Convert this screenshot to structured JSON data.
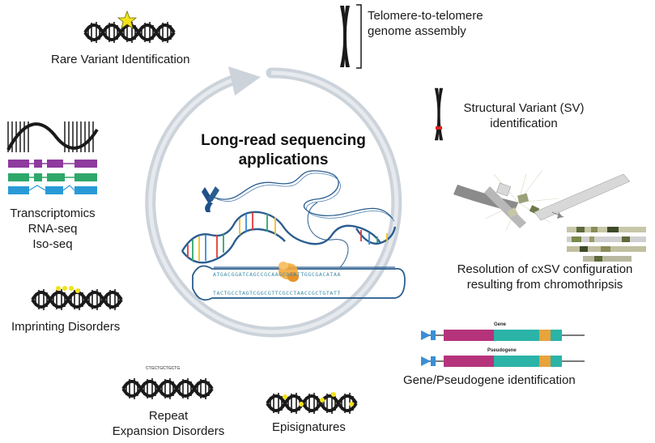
{
  "title": {
    "line1": "Long-read sequencing",
    "line2": "applications"
  },
  "labels": {
    "rare_variant": "Rare Variant Identification",
    "t2t_line1": "Telomere-to-telomere",
    "t2t_line2": "genome assembly",
    "sv_line1": "Structural Variant (SV)",
    "sv_line2": "identification",
    "transcriptomics": "Transcriptomics",
    "rnaseq": "RNA-seq",
    "isoseq": "Iso-seq",
    "cxsv_line1": "Resolution of cxSV configuration",
    "cxsv_line2": "resulting from chromothripsis",
    "imprinting": "Imprinting Disorders",
    "gene_pseudogene": "Gene/Pseudogene identification",
    "gene": "Gene",
    "pseudogene": "Pseudogene",
    "repeat_line1": "Repeat",
    "repeat_line2": "Expansion Disorders",
    "repeat_seq": "CTGCTGCTGCTG",
    "episignatures": "Episignatures"
  },
  "sequence": {
    "top": "ATGACGGATCAGCCGCAAGCGGATTGGCGACATAA",
    "bottom": "TACTGCCTAGTCGGCGTTCGCCTAACCGCTGTATT"
  },
  "colors": {
    "cycle_arrow": "#c8d0d8",
    "dna": "#1a1a1a",
    "helix_blue": "#2b5d8f",
    "gene_magenta": "#b5337a",
    "gene_teal": "#2bb3a8",
    "gene_orange": "#e8a33a",
    "arrow_blue": "#3a8fd6",
    "exon_purple": "#8e3a9e",
    "exon_green": "#2ea86a",
    "exon_blue": "#2a9ad6",
    "marker_yellow": "#f2e21c"
  }
}
